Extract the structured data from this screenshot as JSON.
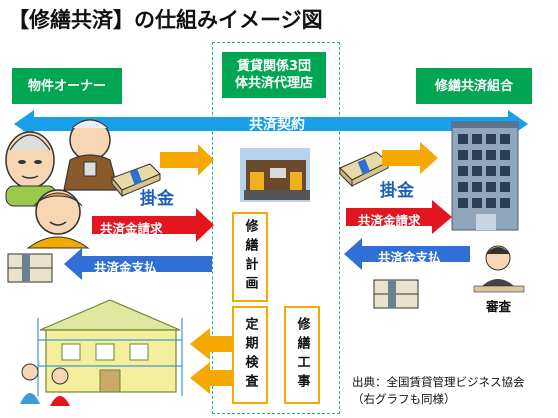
{
  "title": "【修繕共済】の仕組みイメージ図",
  "owner_label": "物件オーナー",
  "agency_label": "賃貸関係3団\n体共済代理店",
  "union_label": "修繕共済組合",
  "contract_label": "共済契約",
  "kakekin_left": "掛金",
  "kakekin_right": "掛金",
  "claim_left": "共済金請求",
  "claim_right": "共済金請求",
  "pay_left": "共済金支払",
  "pay_right": "共済金支払",
  "review_label": "審査",
  "repair_plan": "修繕計画",
  "periodic_inspection": "定期検査",
  "repair_work": "修繕工事",
  "source_line1": "出典：全国賃貸管理ビジネス協会",
  "source_line2": "（右グラフも同様）",
  "colors": {
    "green": "#00a651",
    "blue": "#2f6fd6",
    "red": "#e4151f",
    "orange": "#f5a800",
    "sky": "#1aa0e8"
  }
}
